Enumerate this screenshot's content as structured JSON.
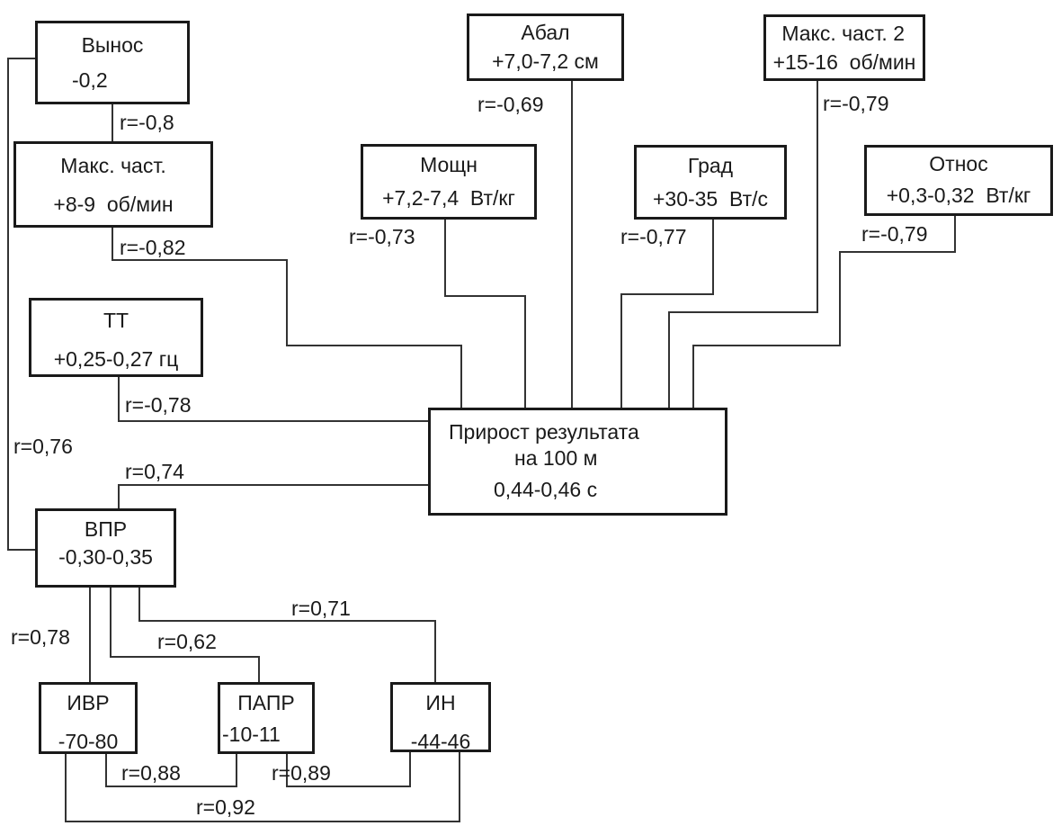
{
  "diagram": {
    "type": "correlation-structure",
    "central": {
      "line1": "Прирост результата",
      "line2": "на 100 м",
      "value": "0,44-0,46 с"
    },
    "nodes": {
      "vynos": {
        "name": "Вынос",
        "value": "-0,2"
      },
      "maks1": {
        "name": "Макс. част.",
        "value": "+8-9  об/мин"
      },
      "abal": {
        "name": "Абал",
        "value": "+7,0-7,2 см"
      },
      "maks2": {
        "name": "Макс. част. 2",
        "value": "+15-16  об/мин"
      },
      "moshn": {
        "name": "Мощн",
        "value": "+7,2-7,4  Вт/кг"
      },
      "grad": {
        "name": "Град",
        "value": "+30-35  Вт/с"
      },
      "otnos": {
        "name": "Относ",
        "value": "+0,3-0,32  Вт/кг"
      },
      "tt": {
        "name": "ТТ",
        "value": "+0,25-0,27 гц"
      },
      "vpr": {
        "name": "ВПР",
        "value": "-0,30-0,35"
      },
      "ivr": {
        "name": "ИВР",
        "value": "-70-80"
      },
      "papr": {
        "name": "ПАПР",
        "value": "-10-11"
      },
      "in": {
        "name": "ИН",
        "value": "-44-46"
      }
    },
    "edges": {
      "vynos_maks1": {
        "from": "Вынос",
        "to": "Макс. част.",
        "label": "r=-0,8"
      },
      "maks1_central": {
        "from": "Макс. част.",
        "to": "Прирост результата",
        "label": "r=-0,82"
      },
      "abal_central": {
        "from": "Абал",
        "to": "Прирост результата",
        "label": "r=-0,69"
      },
      "moshn_central": {
        "from": "Мощн",
        "to": "Прирост результата",
        "label": "r=-0,73"
      },
      "grad_central": {
        "from": "Град",
        "to": "Прирост результата",
        "label": "r=-0,77"
      },
      "maks2_central": {
        "from": "Макс. част. 2",
        "to": "Прирост результата",
        "label": "r=-0,79"
      },
      "otnos_central": {
        "from": "Относ",
        "to": "Прирост результата",
        "label": "r=-0,79"
      },
      "tt_central": {
        "from": "ТТ",
        "to": "Прирост результата",
        "label": "r=-0,78"
      },
      "vynos_vpr": {
        "from": "Вынос",
        "to": "ВПР",
        "label": "r=0,76"
      },
      "vpr_central": {
        "from": "ВПР",
        "to": "Прирост результата",
        "label": "r=0,74"
      },
      "vpr_ivr": {
        "from": "ВПР",
        "to": "ИВР",
        "label": "r=0,78"
      },
      "vpr_papr": {
        "from": "ВПР",
        "to": "ПАПР",
        "label": "r=0,62"
      },
      "vpr_in": {
        "from": "ВПР",
        "to": "ИН",
        "label": "r=0,71"
      },
      "ivr_papr": {
        "from": "ИВР",
        "to": "ПАПР",
        "label": "r=0,88"
      },
      "papr_in": {
        "from": "ПАПР",
        "to": "ИН",
        "label": "r=0,89"
      },
      "ivr_in": {
        "from": "ИВР",
        "to": "ИН",
        "label": "r=0,92"
      }
    }
  }
}
